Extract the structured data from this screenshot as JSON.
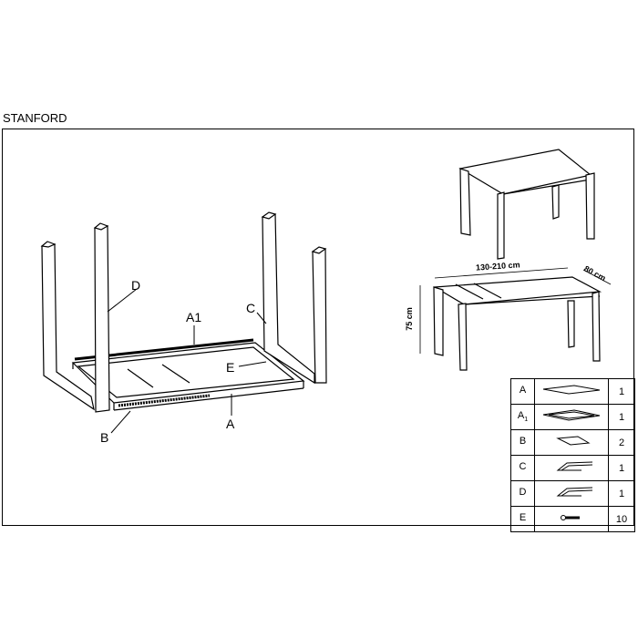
{
  "title": "STANFORD",
  "labels": {
    "a": "A",
    "a1": "A1",
    "b": "B",
    "c": "C",
    "d": "D",
    "e": "E"
  },
  "dimensions": {
    "length": "130-210 cm",
    "depth": "80 cm",
    "height": "75 cm"
  },
  "parts": [
    {
      "code": "A",
      "sub": "",
      "icon": "tabletop-icon",
      "qty": "1"
    },
    {
      "code": "A",
      "sub": "1",
      "icon": "frame-icon",
      "qty": "1"
    },
    {
      "code": "B",
      "sub": "",
      "icon": "extension-leaf-icon",
      "qty": "2"
    },
    {
      "code": "C",
      "sub": "",
      "icon": "leg-frame-icon",
      "qty": "1"
    },
    {
      "code": "D",
      "sub": "",
      "icon": "leg-frame-icon",
      "qty": "1"
    },
    {
      "code": "E",
      "sub": "",
      "icon": "screw-icon",
      "qty": "10"
    }
  ]
}
